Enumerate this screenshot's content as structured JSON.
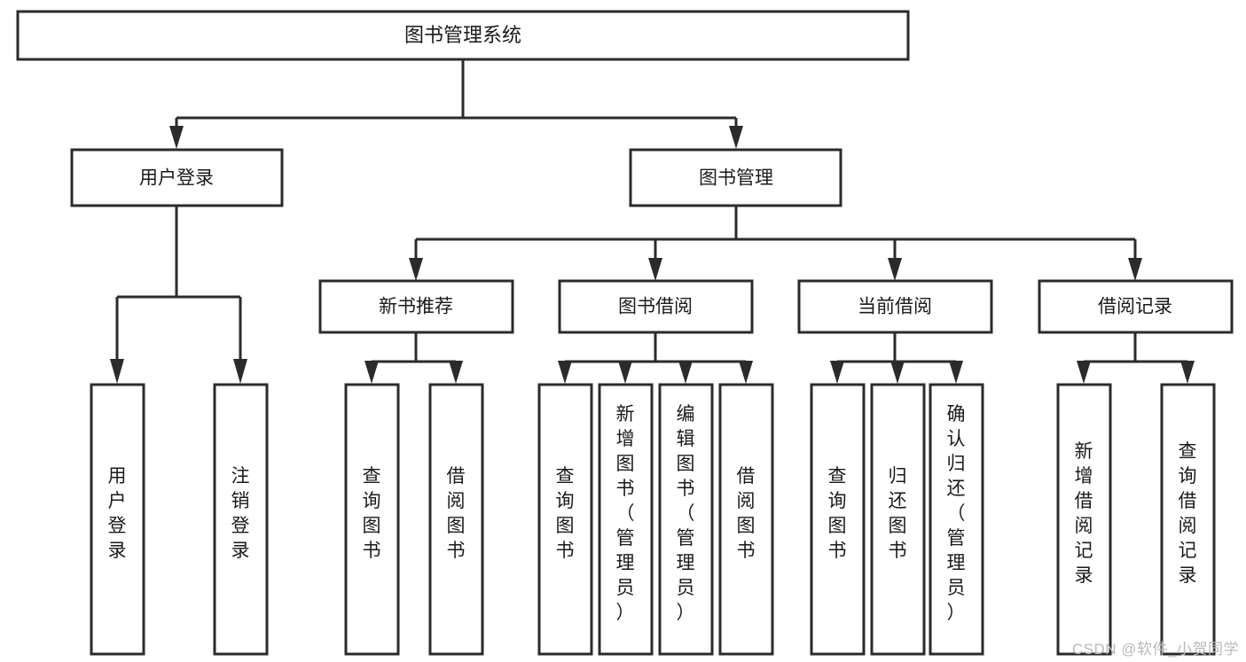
{
  "diagram": {
    "type": "tree",
    "title": "图书管理系统",
    "watermark": "CSDN @软件_小贺同学",
    "colors": {
      "stroke": "#2b2b2b",
      "fill": "#ffffff",
      "text": "#1a1a1a",
      "watermark": "#b9b9b9"
    },
    "levels": {
      "root": {
        "label": "图书管理系统"
      },
      "level2": [
        {
          "label": "用户登录"
        },
        {
          "label": "图书管理"
        }
      ],
      "level3": [
        {
          "label": "新书推荐"
        },
        {
          "label": "图书借阅"
        },
        {
          "label": "当前借阅"
        },
        {
          "label": "借阅记录"
        }
      ]
    },
    "leaves": {
      "user_login": [
        {
          "label": "用户登录"
        },
        {
          "label": "注销登录"
        }
      ],
      "new_book_recommend": [
        {
          "label": "查询图书"
        },
        {
          "label": "借阅图书"
        }
      ],
      "book_borrow": [
        {
          "label": "查询图书"
        },
        {
          "label": "新增图书（管理员）"
        },
        {
          "label": "编辑图书（管理员）"
        },
        {
          "label": "借阅图书"
        }
      ],
      "current_borrow": [
        {
          "label": "查询图书"
        },
        {
          "label": "归还图书"
        },
        {
          "label": "确认归还（管理员）"
        }
      ],
      "borrow_record": [
        {
          "label": "新增借阅记录"
        },
        {
          "label": "查询借阅记录"
        }
      ]
    }
  }
}
